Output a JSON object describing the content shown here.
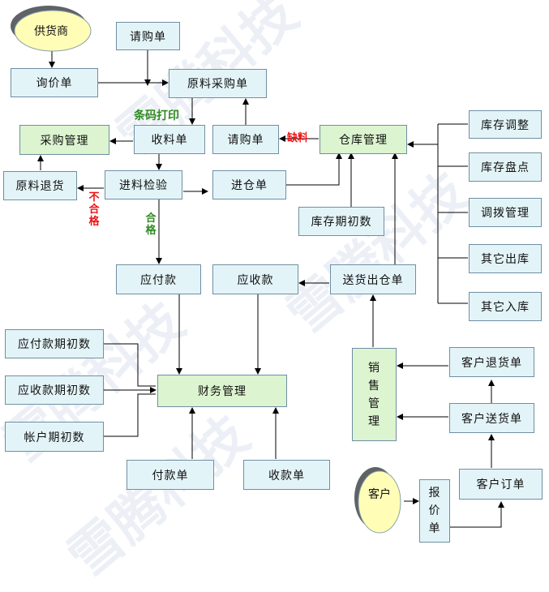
{
  "watermark": "雪腾科技",
  "nodes": {
    "supplier": "供货商",
    "purchase_request_top": "请购单",
    "inquiry": "询价单",
    "material_po": "原料采购单",
    "purchase_mgmt": "采购管理",
    "receipt": "收料单",
    "purchase_request_mid": "请购单",
    "warehouse_mgmt": "仓库管理",
    "material_return": "原料退货",
    "incoming_inspection": "进料检验",
    "stock_in": "进仓单",
    "opening_stock": "库存期初数",
    "stock_adjust": "库存调整",
    "stock_count": "库存盘点",
    "transfer_mgmt": "调拨管理",
    "other_out": "其它出库",
    "other_in": "其它入库",
    "payable": "应付款",
    "receivable": "应收款",
    "delivery_out": "送货出仓单",
    "payable_opening": "应付款期初数",
    "receivable_opening": "应收款期初数",
    "account_opening": "帐户期初数",
    "finance_mgmt": "财务管理",
    "sales_mgmt": [
      "销",
      "售",
      "管",
      "理"
    ],
    "customer_return": "客户退货单",
    "customer_delivery": "客户送货单",
    "payment": "付款单",
    "collection": "收款单",
    "customer": "客户",
    "quote": [
      "报",
      "价",
      "单"
    ],
    "customer_order": "客户订单"
  },
  "labels": {
    "barcode_print": "条码打印",
    "shortage": "缺料",
    "fail": "不合格",
    "pass": "合格"
  },
  "colors": {
    "box_fill": "#e3f4f8",
    "mgmt_fill": "#dcf4cf",
    "label_green": "#2c8a1f",
    "label_red": "#ee1111"
  }
}
